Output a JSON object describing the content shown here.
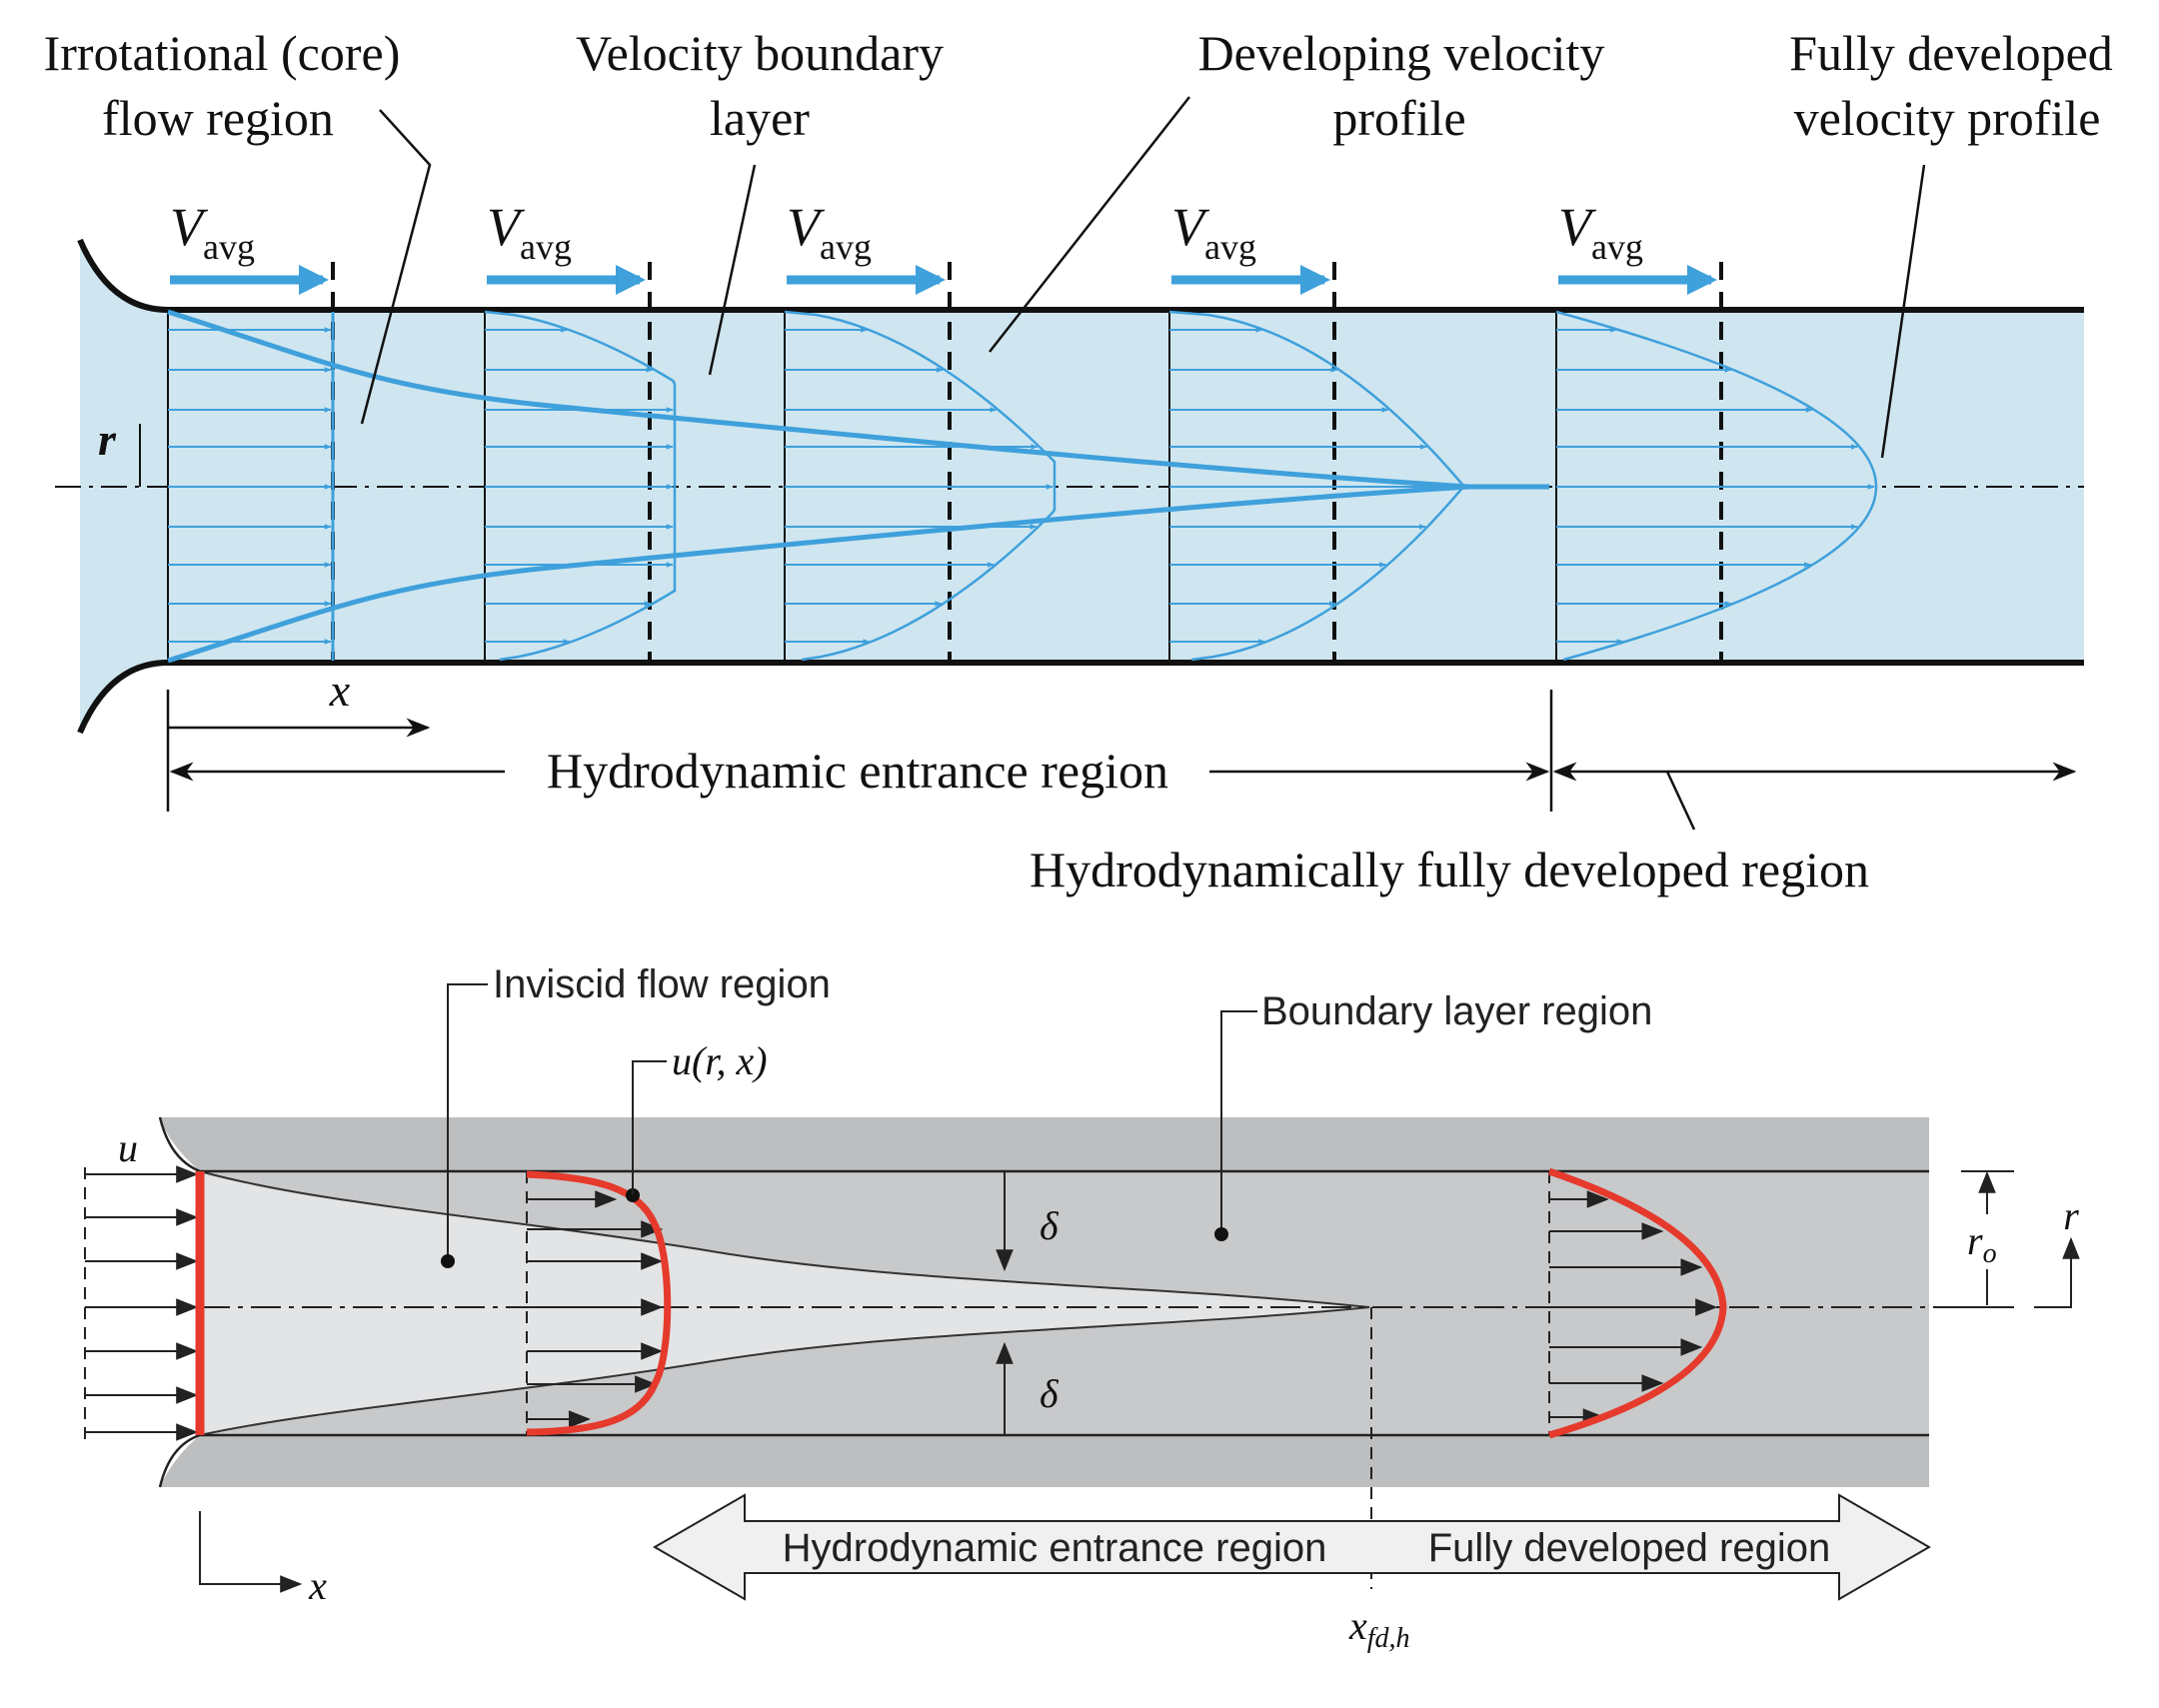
{
  "top_diagram": {
    "labels": {
      "irrotational_line1": "Irrotational (core)",
      "irrotational_line2": "flow region",
      "boundary_line1": "Velocity boundary",
      "boundary_line2": "layer",
      "developing_line1": "Developing velocity",
      "developing_line2": "profile",
      "fully_line1": "Fully developed",
      "fully_line2": "velocity profile",
      "v_symbol": "V",
      "v_subscript": "avg",
      "radius_symbol": "r",
      "axial_symbol": "x",
      "entrance_region": "Hydrodynamic entrance region",
      "fully_developed_region": "Hydrodynamically fully developed region"
    },
    "colors": {
      "fluid": "#cfe6f0",
      "profile": "#3fa0db",
      "wall": "#111111"
    }
  },
  "bottom_diagram": {
    "labels": {
      "inviscid": "Inviscid flow region",
      "boundary_layer": "Boundary layer region",
      "velocity_function": "u(r, x)",
      "inlet_velocity": "u",
      "delta": "δ",
      "axial": "x",
      "radius": "r",
      "radius_outer_main": "r",
      "radius_outer_sub": "o",
      "entrance_region": "Hydrodynamic entrance region",
      "fully_developed_region": "Fully developed region",
      "fd_main": "x",
      "fd_sub": "fd,h"
    },
    "colors": {
      "boundary_layer": "#c8c9cb",
      "core": "#e3e4e5",
      "wall_band": "#bdbec0",
      "profile": "#e53a2c",
      "arrow": "#f0f0f0"
    }
  }
}
